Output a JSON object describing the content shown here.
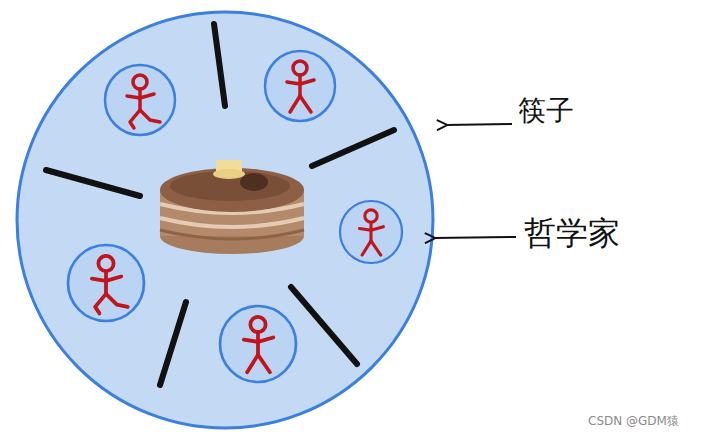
{
  "diagram": {
    "labels": [
      "筷子",
      "哲学家",
      "CSDN @GDM猿"
    ]
  }
}
